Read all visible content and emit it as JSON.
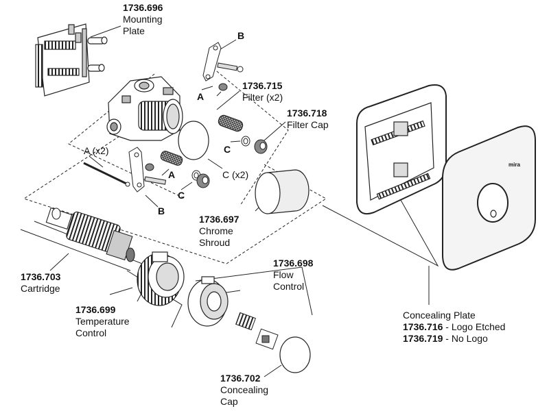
{
  "parts": {
    "mounting_plate": {
      "number": "1736.696",
      "line1": "Mounting",
      "line2": "Plate"
    },
    "filter": {
      "number": "1736.715",
      "name": "Filter (x2)"
    },
    "filter_cap": {
      "number": "1736.718",
      "name": "Filter Cap"
    },
    "chrome_shroud": {
      "number": "1736.697",
      "line1": "Chrome",
      "line2": "Shroud"
    },
    "cartridge": {
      "number": "1736.703",
      "name": "Cartridge"
    },
    "temperature_control": {
      "number": "1736.699",
      "line1": "Temperature",
      "line2": "Control"
    },
    "flow_control": {
      "number": "1736.698",
      "line1": "Flow",
      "line2": "Control"
    },
    "concealing_cap": {
      "number": "1736.702",
      "line1": "Concealing",
      "line2": "Cap"
    },
    "concealing_plate": {
      "title": "Concealing Plate",
      "options": [
        {
          "number": "1736.716",
          "desc": " - Logo Etched"
        },
        {
          "number": "1736.719",
          "desc": " - No Logo"
        }
      ],
      "logo_text": "mira"
    }
  },
  "callouts": {
    "b": "B",
    "a": "A",
    "a_x2": "A (x2)",
    "c": "C",
    "c_x2": "C (x2)"
  },
  "colors": {
    "line": "#222222",
    "shade": "#9a9a9a",
    "light": "#d8d8d8"
  }
}
